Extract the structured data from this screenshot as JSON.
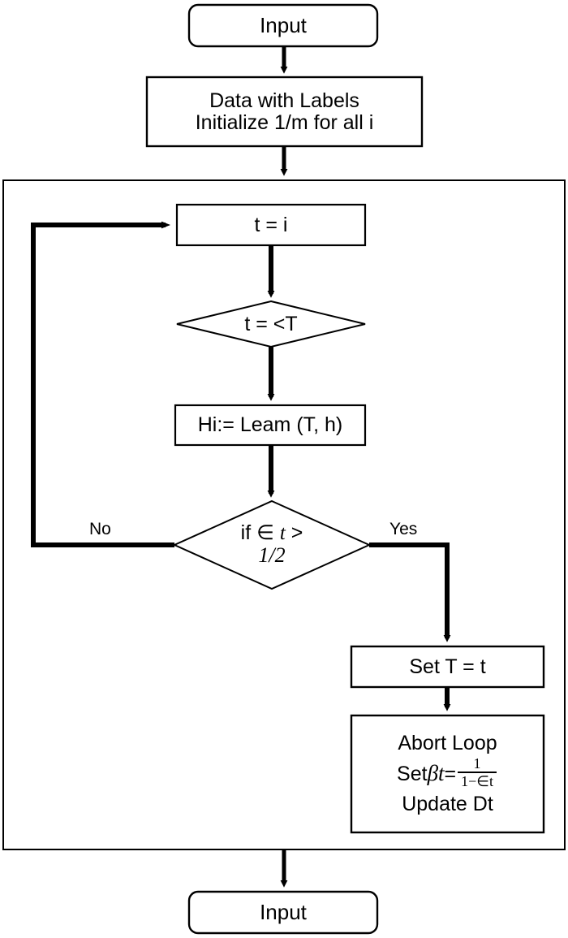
{
  "diagram": {
    "type": "flowchart",
    "title": "AdaBoost training loop flowchart",
    "background_color": "#ffffff",
    "line_color": "#000000",
    "node_fill": "#ffffff",
    "nodes": [
      {
        "id": "start",
        "shape": "rounded-rectangle",
        "label": "Input",
        "lines": [
          "Input"
        ]
      },
      {
        "id": "init",
        "shape": "rectangle",
        "label": "Data with Labels / Initialize 1/m for all i",
        "lines": [
          "Data with Labels",
          "Initialize 1/m for all i"
        ]
      },
      {
        "id": "loop-container",
        "shape": "rectangle-container",
        "label": ""
      },
      {
        "id": "set-t",
        "shape": "rectangle",
        "label": "t = i",
        "lines": [
          "t = i"
        ]
      },
      {
        "id": "check-t",
        "shape": "diamond",
        "label": "t = <T",
        "lines": [
          "t = <T"
        ]
      },
      {
        "id": "learn",
        "shape": "rectangle",
        "label": "Hi:= Leam (T, h)",
        "lines": [
          "Hi:= Leam (T, h)"
        ]
      },
      {
        "id": "check-eps",
        "shape": "diamond",
        "label": "if ∈ t > 1/2",
        "lines": [
          "if ∈ t >",
          "1/2"
        ]
      },
      {
        "id": "set-T-eq-t",
        "shape": "rectangle",
        "label": "Set T = t",
        "lines": [
          "Set T = t"
        ]
      },
      {
        "id": "abort",
        "shape": "rectangle",
        "label": "Abort Loop / Set βt = 1 / (1−∈t) / Update Dt",
        "lines": [
          "Abort Loop",
          "Set βt = 1/(1−∈t)",
          "Update Dt"
        ]
      },
      {
        "id": "end",
        "shape": "rounded-rectangle",
        "label": "Input",
        "lines": [
          "Input"
        ]
      }
    ],
    "edge_labels": {
      "no": "No",
      "yes": "Yes"
    },
    "texts": {
      "start_input": "Input",
      "init_line1": "Data with Labels",
      "init_line2": "Initialize 1/m for all i",
      "set_t": "t = i",
      "check_t": "t = <T",
      "learn": "Hi:= Leam (T, h)",
      "check_eps_line1_prefix": "if ∈ ",
      "check_eps_line1_var": "t",
      "check_eps_line1_suffix": " >",
      "check_eps_line2": "1/2",
      "set_T_eq_t": "Set T = t",
      "abort_line1": "Abort Loop",
      "abort_set": "Set ",
      "abort_beta": "βt",
      "abort_equals": " = ",
      "abort_numerator": "1",
      "abort_denominator": "1−∈t",
      "abort_line3": "Update Dt",
      "end_input": "Input",
      "label_no": "No",
      "label_yes": "Yes"
    }
  }
}
